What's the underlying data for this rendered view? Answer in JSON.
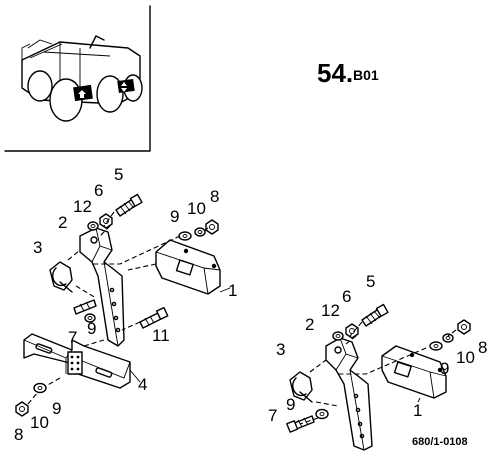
{
  "header": {
    "section_number": "54.",
    "section_suffix": "B01"
  },
  "reference_code": "680/1-0108",
  "callouts_left": [
    "5",
    "6",
    "12",
    "2",
    "3",
    "9",
    "10",
    "8",
    "1",
    "7",
    "9",
    "11",
    "4",
    "8",
    "10",
    "9"
  ],
  "callouts_right": [
    "5",
    "6",
    "12",
    "2",
    "3",
    "8",
    "10",
    "9",
    "7",
    "9",
    "1"
  ],
  "icons": {
    "locator": "truck-rear-locator-icon",
    "bracket": "mudguard-bracket-icon",
    "plate": "mounting-plate-icon",
    "bolt": "bolt-icon",
    "nut": "nut-icon",
    "washer": "washer-icon",
    "clip": "clamp-clip-icon"
  }
}
